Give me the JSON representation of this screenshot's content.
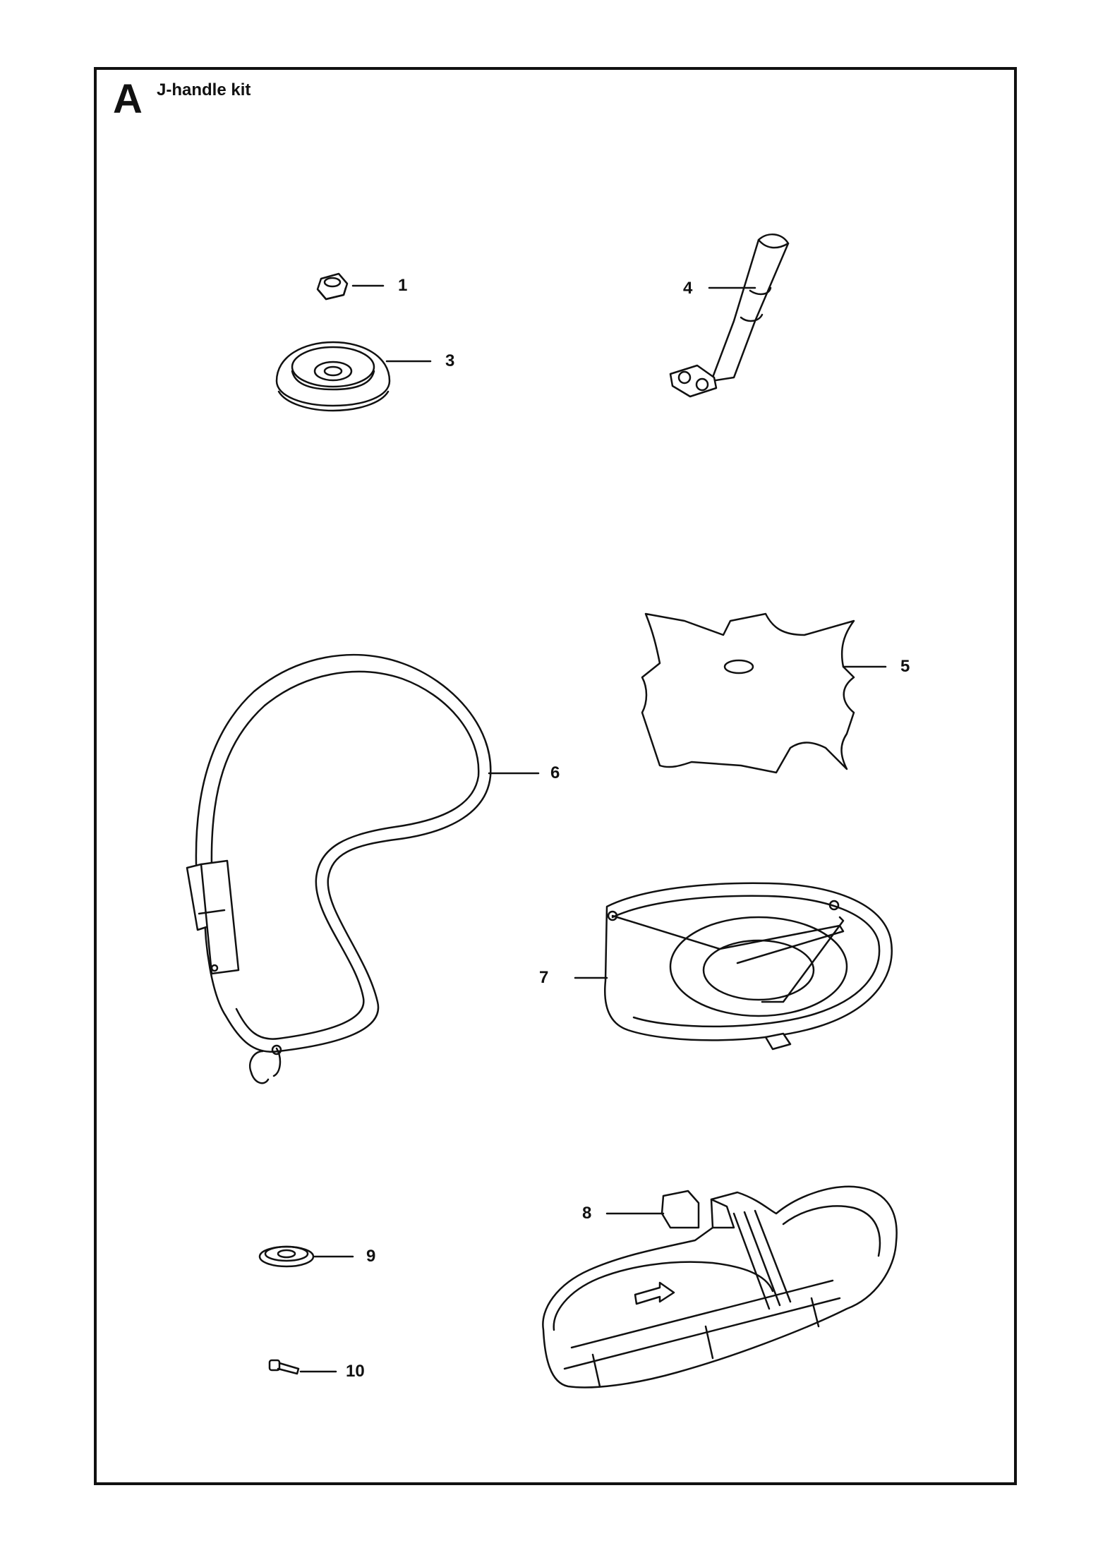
{
  "section": {
    "letter": "A",
    "title": "J-handle kit"
  },
  "callouts": [
    "1",
    "3",
    "4",
    "5",
    "6",
    "7",
    "8",
    "9",
    "10"
  ],
  "colors": {
    "ink": "#111111",
    "background": "#ffffff"
  }
}
